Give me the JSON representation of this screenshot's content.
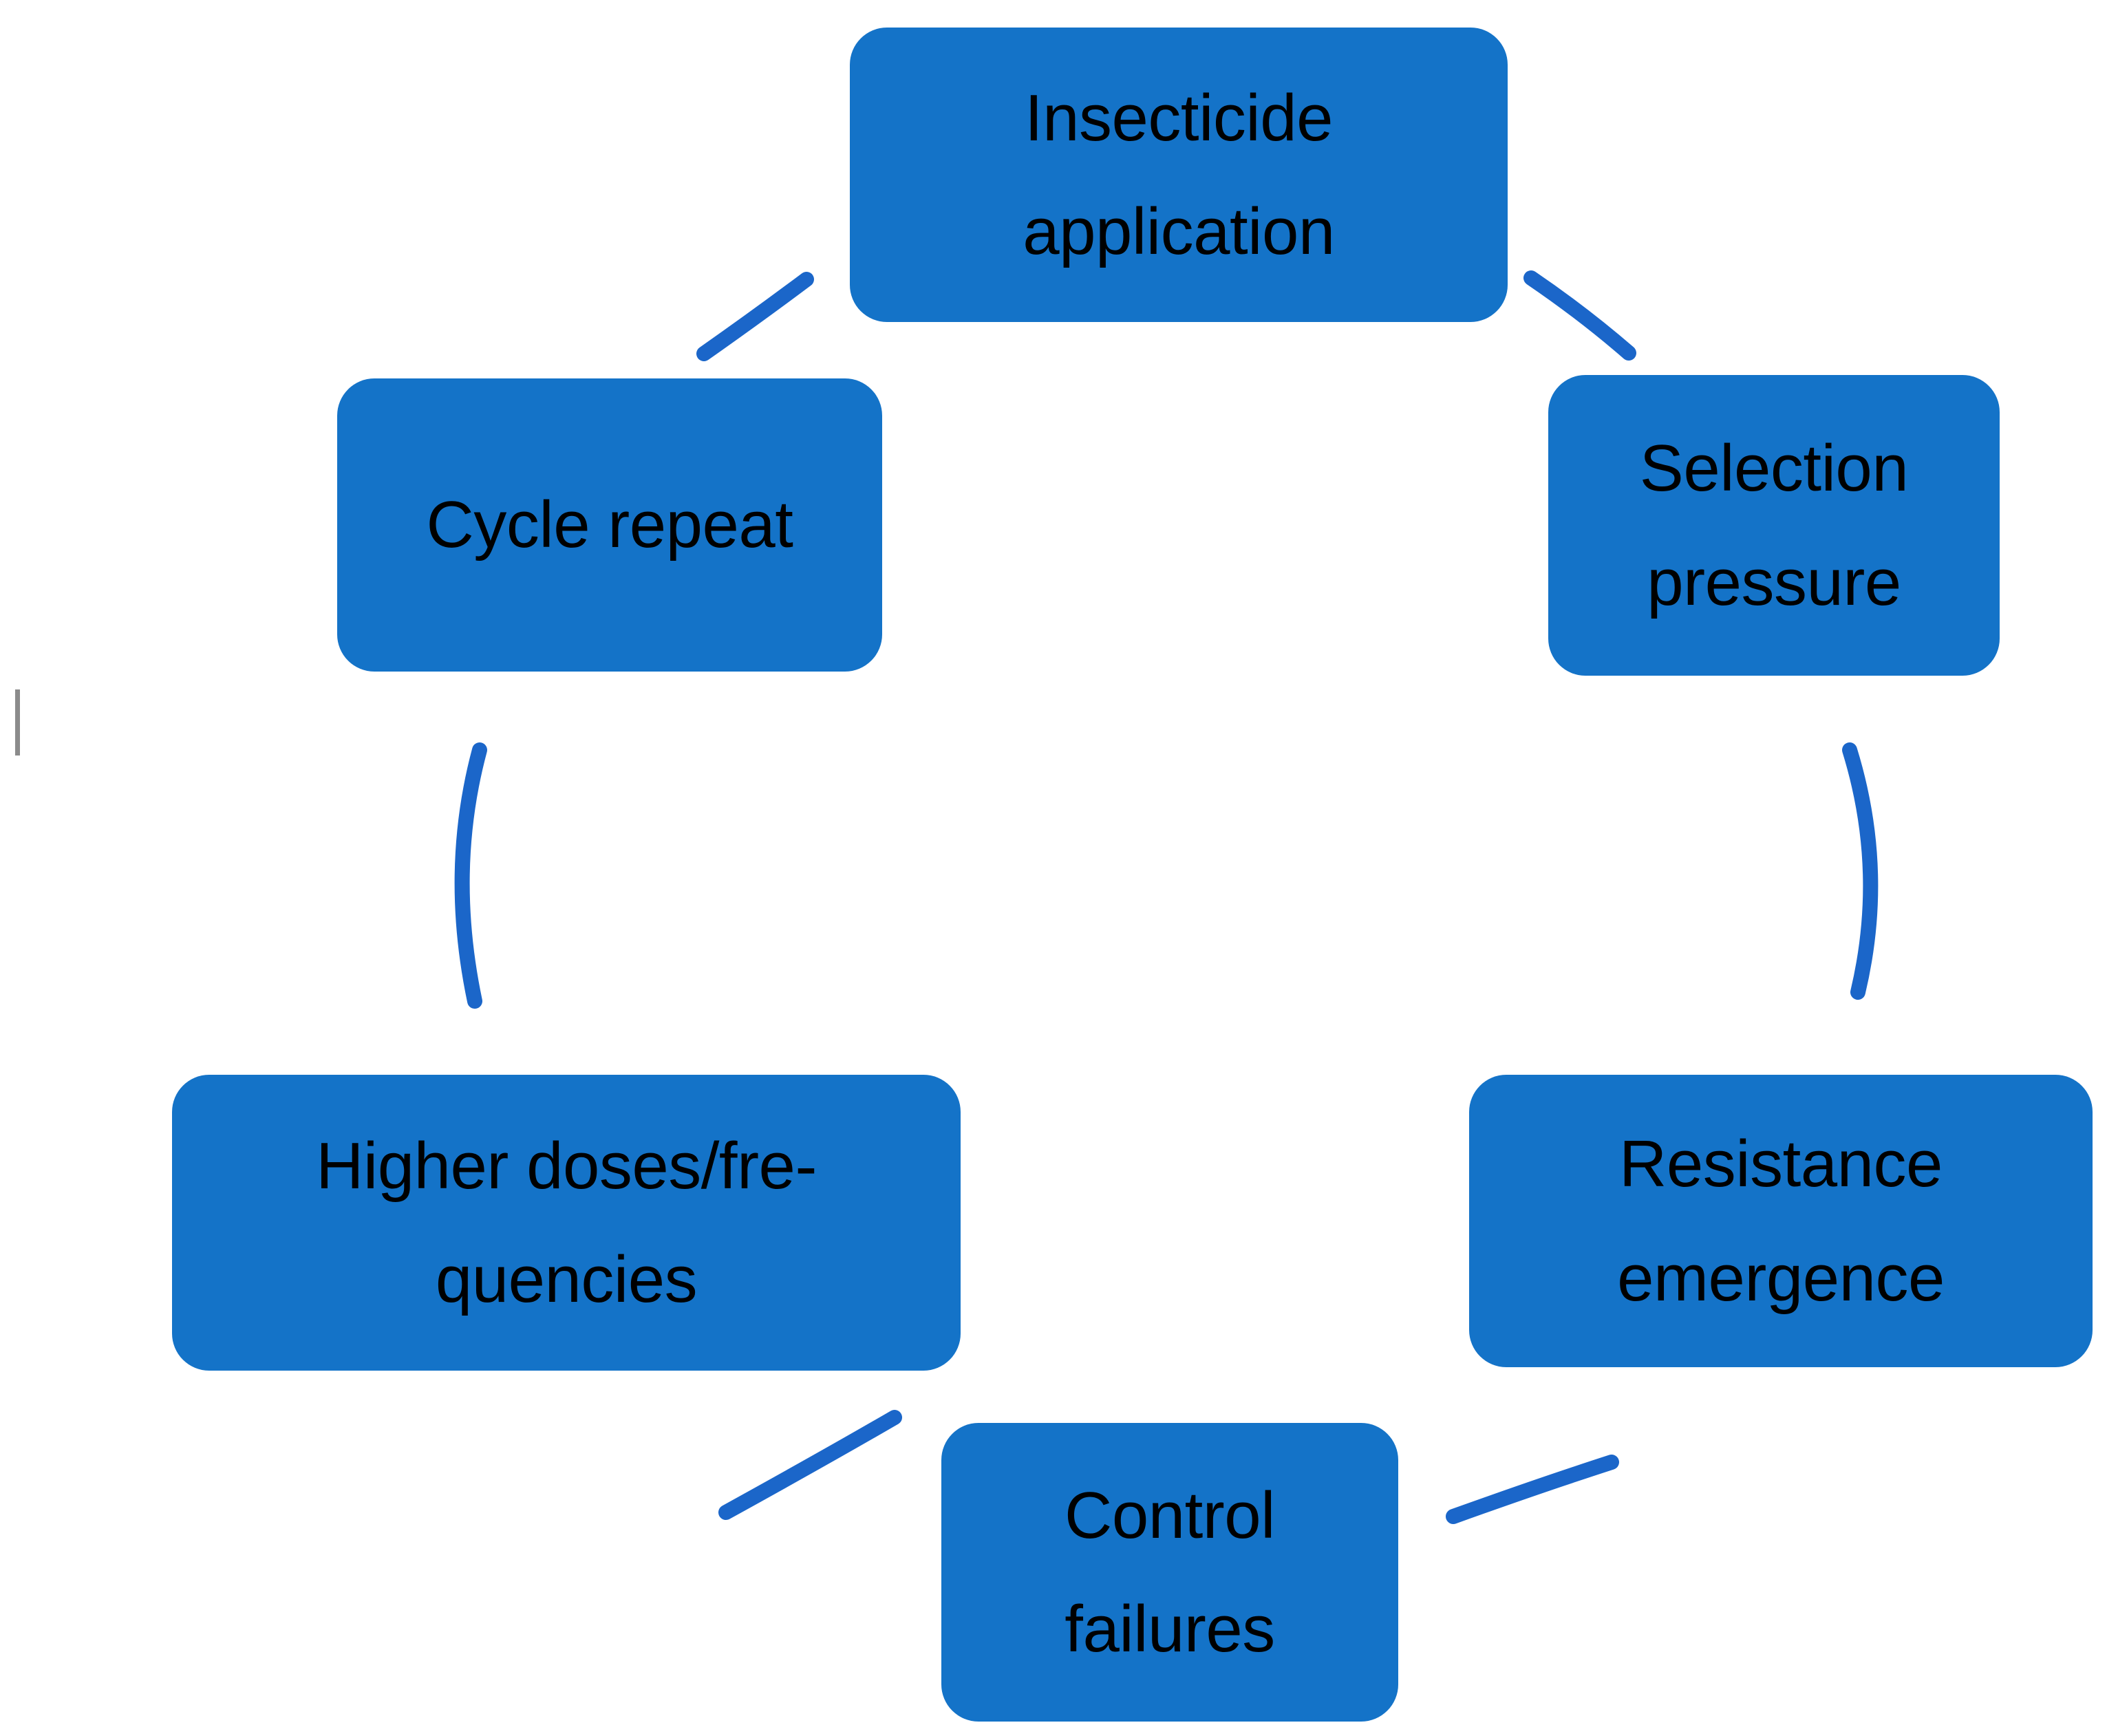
{
  "diagram": {
    "type": "cycle",
    "shape": "circular-process",
    "accent_color": "#1473C8",
    "text_color": "#000000",
    "background_color": "#FFFFFF",
    "connector_color": "#1B66C9",
    "marker_color": "#8B8B8B",
    "nodes": [
      {
        "id": "insecticide-application",
        "label": "Insecticide\napplication",
        "position": "top"
      },
      {
        "id": "selection-pressure",
        "label": "Selection\npressure",
        "position": "top-right"
      },
      {
        "id": "resistance-emergence",
        "label": "Resistance\nemergence",
        "position": "bottom-right"
      },
      {
        "id": "control-failures",
        "label": "Control\nfailures",
        "position": "bottom"
      },
      {
        "id": "higher-doses",
        "label": "Higher doses/fre-\nquencies",
        "position": "bottom-left"
      },
      {
        "id": "cycle-repeat",
        "label": "Cycle repeat",
        "position": "top-left"
      }
    ],
    "connectors": [
      {
        "from": "insecticide-application",
        "to": "selection-pressure"
      },
      {
        "from": "selection-pressure",
        "to": "resistance-emergence"
      },
      {
        "from": "resistance-emergence",
        "to": "control-failures"
      },
      {
        "from": "control-failures",
        "to": "higher-doses"
      },
      {
        "from": "higher-doses",
        "to": "cycle-repeat"
      },
      {
        "from": "cycle-repeat",
        "to": "insecticide-application"
      }
    ]
  }
}
